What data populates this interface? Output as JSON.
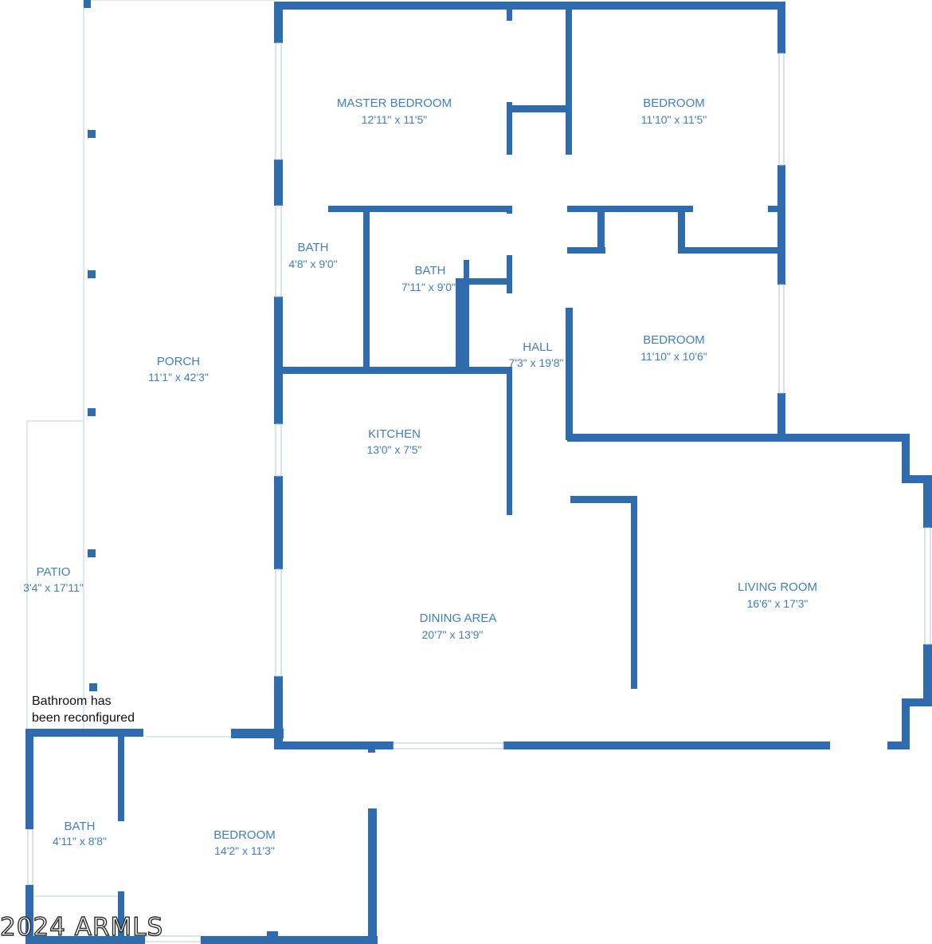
{
  "rooms": {
    "master_bedroom": {
      "name": "MASTER BEDROOM",
      "size": "12'11\" x 11'5\""
    },
    "bedroom_ne": {
      "name": "BEDROOM",
      "size": "11'10\" x 11'5\""
    },
    "bath_west": {
      "name": "BATH",
      "size": "4'8\" x 9'0\""
    },
    "bath_center": {
      "name": "BATH",
      "size": "7'11\" x 9'0\""
    },
    "hall": {
      "name": "HALL",
      "size": "7'3\" x 19'8\""
    },
    "bedroom_east": {
      "name": "BEDROOM",
      "size": "11'10\" x 10'6\""
    },
    "porch": {
      "name": "PORCH",
      "size": "11'1\" x 42'3\""
    },
    "kitchen": {
      "name": "KITCHEN",
      "size": "13'0\" x 7'5\""
    },
    "patio": {
      "name": "PATIO",
      "size": "3'4\" x 17'11\""
    },
    "living_room": {
      "name": "LIVING ROOM",
      "size": "16'6\" x 17'3\""
    },
    "dining_area": {
      "name": "DINING AREA",
      "size": "20'7\" x 13'9\""
    },
    "bath_sw": {
      "name": "BATH",
      "size": "4'11\" x 8'8\""
    },
    "bedroom_sw": {
      "name": "BEDROOM",
      "size": "14'2\" x 11'3\""
    }
  },
  "note": {
    "line1": "Bathroom has",
    "line2": "been reconfigured"
  },
  "watermark": "2024 ARMLS",
  "colors": {
    "wall": "#2e6cae",
    "label": "#3f7fc0",
    "background": "#ffffff"
  }
}
